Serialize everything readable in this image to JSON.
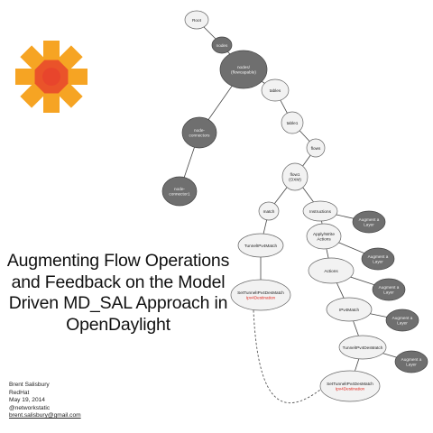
{
  "title_lines": [
    "Augmenting Flow Operations",
    "and Feedback on the Model",
    "Driven MD_SAL Approach in",
    "OpenDaylight"
  ],
  "author": {
    "name": "Brent Salisbury",
    "company": "RedHat",
    "date": "May 19, 2014",
    "handle": "@networkstatic",
    "email": "brent.salisbury@gmail.com"
  },
  "colors": {
    "logo_orange": "#f6a423",
    "logo_red": "#e8452c",
    "dark_node": "#6f6f6f",
    "light_node": "#f2f2f2",
    "highlight_text": "#e2231a"
  },
  "tree": {
    "nodes": [
      {
        "id": "root",
        "lines": [
          "Root"
        ],
        "style": "light"
      },
      {
        "id": "nodes",
        "lines": [
          "nodes"
        ],
        "style": "dark"
      },
      {
        "id": "node_flowcapable",
        "lines": [
          "nodes/",
          "(flowcapable)"
        ],
        "style": "dark"
      },
      {
        "id": "node_connectors",
        "lines": [
          "node-",
          "connectors"
        ],
        "style": "dark"
      },
      {
        "id": "node_connector1",
        "lines": [
          "node-",
          "connector1"
        ],
        "style": "dark"
      },
      {
        "id": "tables",
        "lines": [
          "tables"
        ],
        "style": "light"
      },
      {
        "id": "table1",
        "lines": [
          "table1"
        ],
        "style": "light"
      },
      {
        "id": "flows",
        "lines": [
          "flows"
        ],
        "style": "light"
      },
      {
        "id": "flow1",
        "lines": [
          "flow1",
          "(OXM)"
        ],
        "style": "light"
      },
      {
        "id": "match",
        "lines": [
          "match"
        ],
        "style": "light"
      },
      {
        "id": "instructions",
        "lines": [
          "Instructions"
        ],
        "style": "light"
      },
      {
        "id": "tunnel_match",
        "lines": [
          "TunnelIPv4Match"
        ],
        "style": "light"
      },
      {
        "id": "set_tunnel_1",
        "lines": [
          "SetTunnelIPv4DesMatch"
        ],
        "sublabel": "Ipv4Destination",
        "style": "light"
      },
      {
        "id": "apply_write",
        "lines": [
          "Apply/Write",
          "Actions"
        ],
        "style": "light"
      },
      {
        "id": "actions",
        "lines": [
          "Actions"
        ],
        "style": "light"
      },
      {
        "id": "ipv4match",
        "lines": [
          "IPv4Match"
        ],
        "style": "light"
      },
      {
        "id": "tunnel_des_match",
        "lines": [
          "TunnelIPv4DesMatch"
        ],
        "style": "light"
      },
      {
        "id": "set_tunnel_2",
        "lines": [
          "SetTunnelIPv4DesMatch"
        ],
        "sublabel": "Ipv4Destination",
        "style": "light"
      },
      {
        "id": "aug1",
        "lines": [
          "Augment a",
          "Layer"
        ],
        "style": "dark"
      },
      {
        "id": "aug2",
        "lines": [
          "Augment a",
          "Layer"
        ],
        "style": "dark"
      },
      {
        "id": "aug3",
        "lines": [
          "Augment a",
          "Layer"
        ],
        "style": "dark"
      },
      {
        "id": "aug4",
        "lines": [
          "Augment a",
          "Layer"
        ],
        "style": "dark"
      },
      {
        "id": "aug5",
        "lines": [
          "Augment a",
          "Layer"
        ],
        "style": "dark"
      }
    ],
    "edges": [
      {
        "from": "root",
        "to": "nodes"
      },
      {
        "from": "nodes",
        "to": "node_flowcapable"
      },
      {
        "from": "node_flowcapable",
        "to": "node_connectors"
      },
      {
        "from": "node_connectors",
        "to": "node_connector1"
      },
      {
        "from": "node_flowcapable",
        "to": "tables"
      },
      {
        "from": "tables",
        "to": "table1"
      },
      {
        "from": "table1",
        "to": "flows"
      },
      {
        "from": "flows",
        "to": "flow1"
      },
      {
        "from": "flow1",
        "to": "match"
      },
      {
        "from": "flow1",
        "to": "instructions"
      },
      {
        "from": "match",
        "to": "tunnel_match"
      },
      {
        "from": "tunnel_match",
        "to": "set_tunnel_1"
      },
      {
        "from": "instructions",
        "to": "apply_write"
      },
      {
        "from": "apply_write",
        "to": "actions"
      },
      {
        "from": "actions",
        "to": "ipv4match"
      },
      {
        "from": "ipv4match",
        "to": "tunnel_des_match"
      },
      {
        "from": "tunnel_des_match",
        "to": "set_tunnel_2"
      },
      {
        "from": "instructions",
        "to": "aug1"
      },
      {
        "from": "apply_write",
        "to": "aug2"
      },
      {
        "from": "actions",
        "to": "aug3"
      },
      {
        "from": "ipv4match",
        "to": "aug4"
      },
      {
        "from": "tunnel_des_match",
        "to": "aug5"
      },
      {
        "from": "set_tunnel_1",
        "to": "set_tunnel_2",
        "style": "dashed"
      }
    ]
  }
}
